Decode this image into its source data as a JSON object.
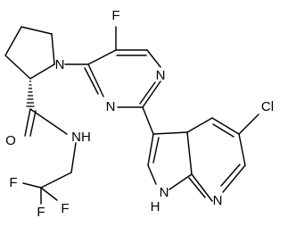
{
  "molecule": {
    "atoms": {
      "f_top": "F",
      "n_pyrrolidine": "N",
      "n_pyrimidine_3": "N",
      "n_pyrimidine_1": "N",
      "o_amide": "O",
      "nh_amide": "NH",
      "cl": "Cl",
      "f_cf3_left": "F",
      "f_cf3_bottom": "F",
      "f_cf3_right": "F",
      "nh_pyrrole": "N",
      "nh_pyrrole_h": "H",
      "n_pyridine": "N"
    }
  }
}
